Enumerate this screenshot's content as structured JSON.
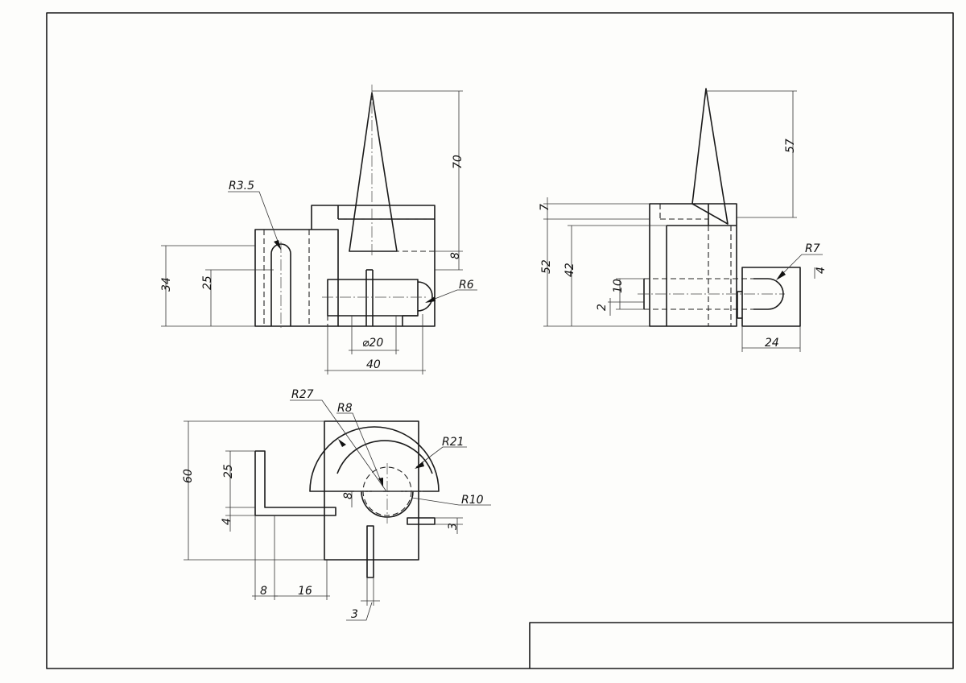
{
  "dimensions": {
    "r3_5": "R3.5",
    "d34": "34",
    "d25": "25",
    "d70": "70",
    "d8a": "8",
    "r6": "R6",
    "dia20": "⌀20",
    "d40": "40",
    "d7": "7",
    "d57": "57",
    "d52": "52",
    "d42": "42",
    "d10": "10",
    "d2": "2",
    "r7": "R7",
    "d4a": "4",
    "d24": "24",
    "r27": "R27",
    "r8": "R8",
    "r21": "R21",
    "r10": "R10",
    "d60": "60",
    "d25b": "25",
    "d8b": "8",
    "d4b": "4",
    "d3a": "3",
    "d8c": "8",
    "d16": "16",
    "d3b": "3"
  }
}
